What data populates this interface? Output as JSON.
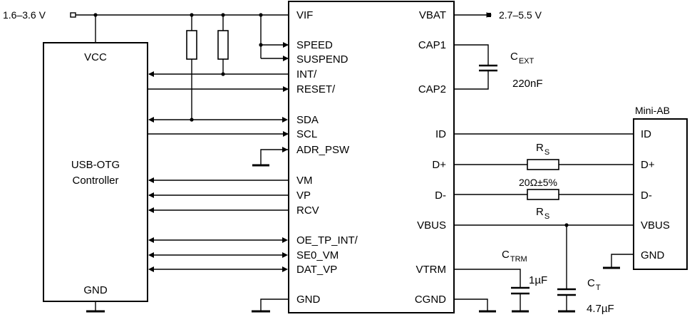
{
  "supply": {
    "left": "1.6–3.6 V",
    "right": "2.7–5.5 V"
  },
  "controller": {
    "vcc": "VCC",
    "name_line1": "USB-OTG",
    "name_line2": "Controller",
    "gnd": "GND"
  },
  "chip_left_pins": [
    "VIF",
    "SPEED",
    "SUSPEND",
    "INT/",
    "RESET/",
    "SDA",
    "SCL",
    "ADR_PSW",
    "VM",
    "VP",
    "RCV",
    "OE_TP_INT/",
    "SE0_VM",
    "DAT_VP",
    "GND"
  ],
  "chip_right_pins": [
    "VBAT",
    "CAP1",
    "CAP2",
    "ID",
    "D+",
    "D-",
    "VBUS",
    "VTRM",
    "CGND"
  ],
  "cext": {
    "name": "C",
    "sub": "EXT",
    "value": "220nF"
  },
  "rs": {
    "name": "R",
    "sub": "S",
    "value": "20Ω±5%"
  },
  "ctrm": {
    "name": "C",
    "sub": "TRM",
    "value": "1µF"
  },
  "ct": {
    "name": "C",
    "sub": "T",
    "value": "4.7µF"
  },
  "connector": {
    "title": "Mini-AB",
    "pins": [
      "ID",
      "D+",
      "D-",
      "VBUS",
      "GND"
    ]
  }
}
